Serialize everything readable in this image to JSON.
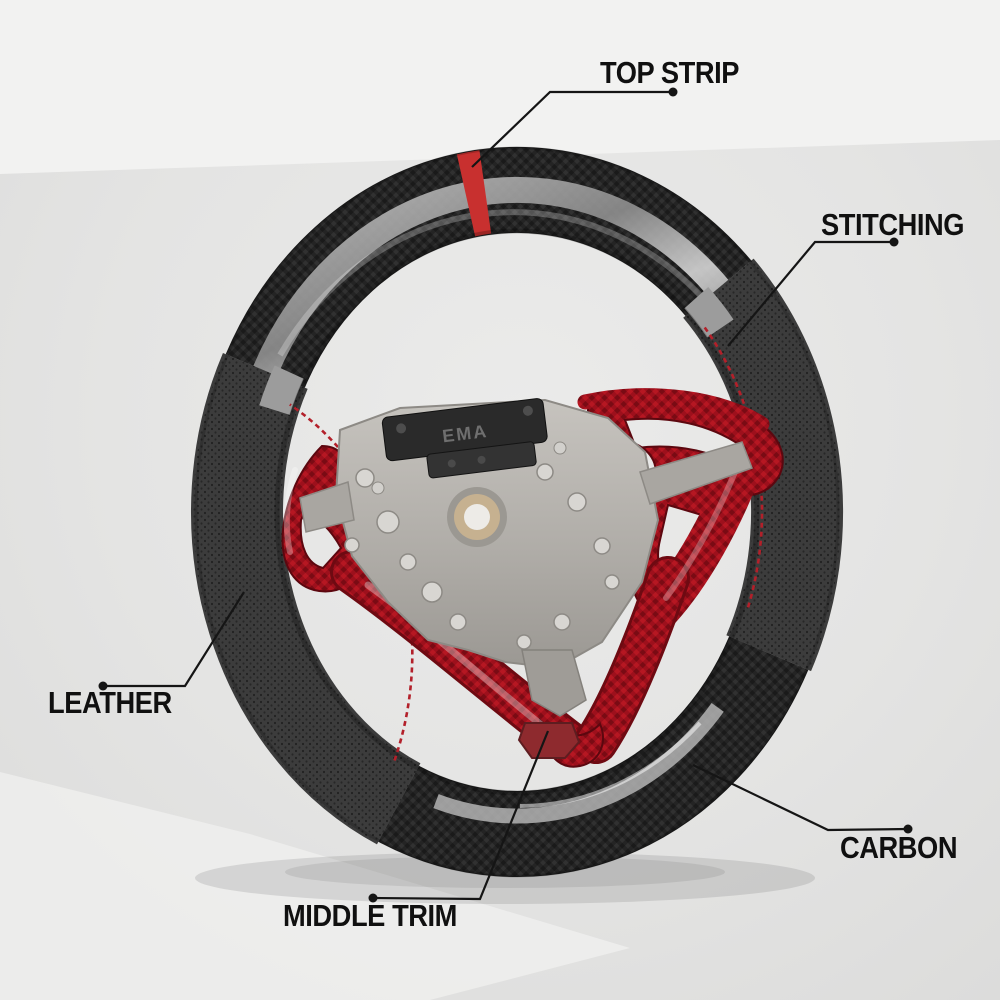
{
  "image_type": "annotated product photo",
  "product": {
    "name": "custom carbon fiber steering wheel",
    "hub_logo": "EMA"
  },
  "annotations": {
    "line_color": "#151515",
    "text_color": "#101010",
    "labels": [
      {
        "id": "top-strip",
        "text": "TOP STRIP"
      },
      {
        "id": "stitching",
        "text": "STITCHING"
      },
      {
        "id": "leather",
        "text": "LEATHER"
      },
      {
        "id": "carbon",
        "text": "CARBON"
      },
      {
        "id": "middle-trim",
        "text": "MIDDLE TRIM"
      }
    ]
  },
  "colors": {
    "background_top": "#f2f2f1",
    "background_main": "#e6e6e5",
    "carbon_dark": "#232323",
    "carbon_silver": "#a2a2a2",
    "leather_black": "#3c3c3c",
    "red_trim": "#a31320",
    "red_top_strip": "#c8302f",
    "stitching_red": "#b3202a",
    "hub_metal": "#b5b2ad",
    "bore_brass": "#c6b190"
  }
}
